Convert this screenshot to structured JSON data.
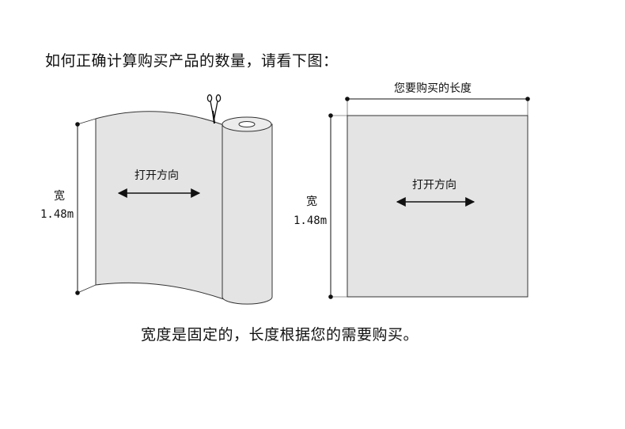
{
  "heading": "如何正确计算购买产品的数量，请看下图：",
  "footer": "宽度是固定的，长度根据您的需要购买。",
  "roll_diagram": {
    "width_label": "宽",
    "width_value": "1.48m",
    "direction_label": "打开方向"
  },
  "sheet_diagram": {
    "length_label": "您要购买的长度",
    "width_label": "宽",
    "width_value": "1.48m",
    "direction_label": "打开方向"
  },
  "colors": {
    "fabric_fill": "#e4e4e4",
    "outline": "#333333",
    "text": "#111111",
    "background": "#ffffff"
  }
}
